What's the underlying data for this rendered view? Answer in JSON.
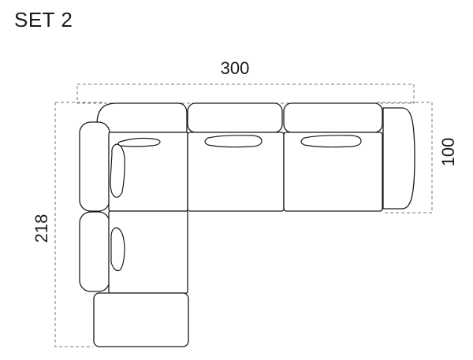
{
  "title": "SET 2",
  "dimensions": {
    "width": "300",
    "depth": "100",
    "length": "218"
  }
}
